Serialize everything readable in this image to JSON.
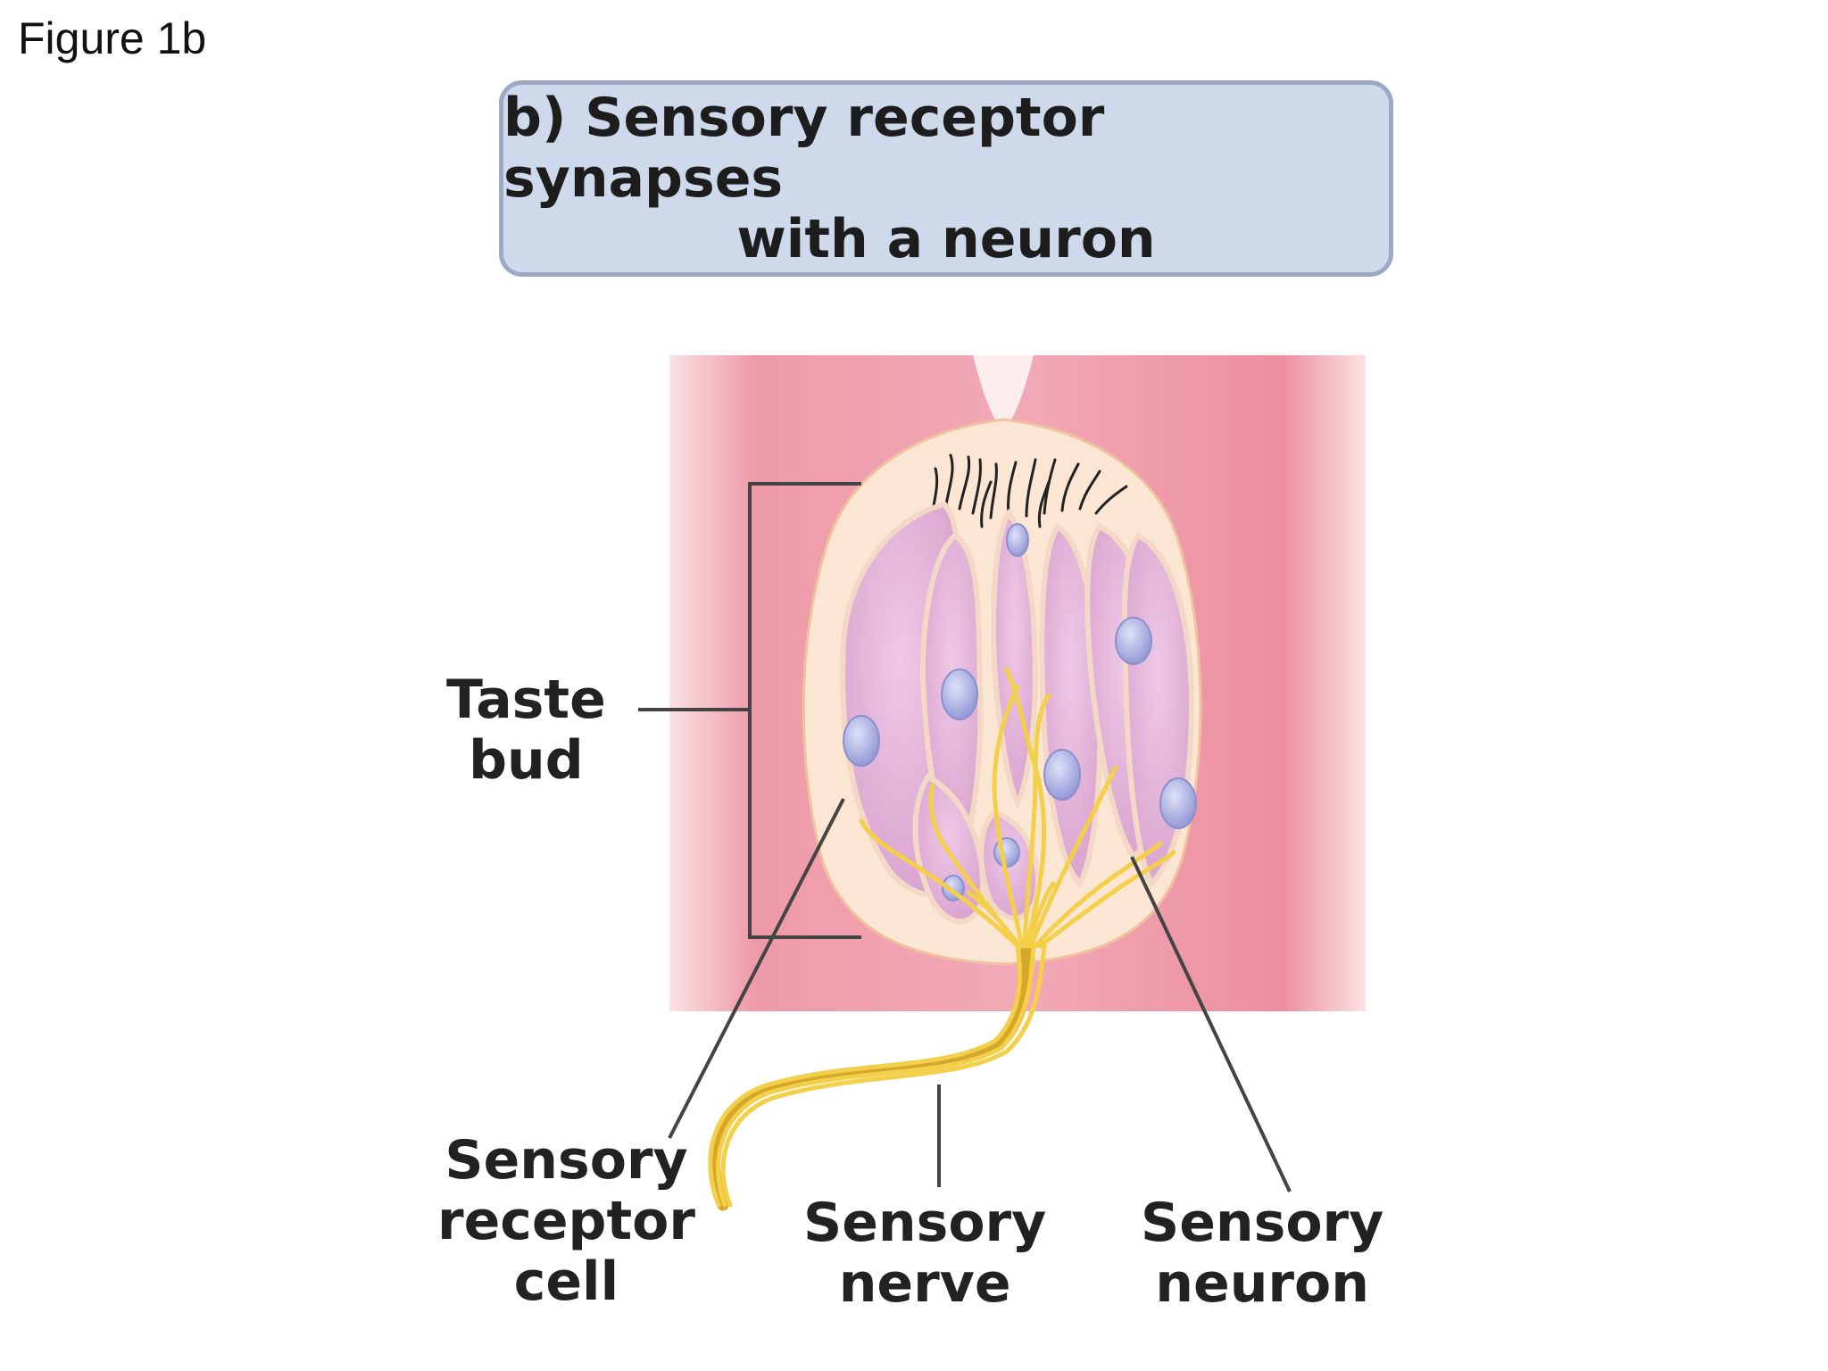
{
  "figure_label": "Figure 1b",
  "title": {
    "line1": "b) Sensory receptor synapses",
    "line2": "with a neuron"
  },
  "labels": {
    "taste_bud": [
      "Taste",
      "bud"
    ],
    "sensory_receptor_cell": [
      "Sensory",
      "receptor",
      "cell"
    ],
    "sensory_nerve": [
      "Sensory",
      "nerve"
    ],
    "sensory_neuron": [
      "Sensory",
      "neuron"
    ]
  },
  "colors": {
    "tissue": "#ee9aa8",
    "cell": "#e4b6dc",
    "nucleus": "#a9aee2",
    "nerve": "#f3cf4a",
    "title_box": "#cfd9ec"
  }
}
